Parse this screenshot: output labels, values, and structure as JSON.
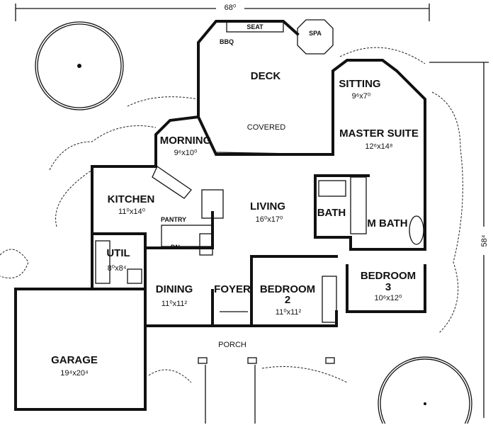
{
  "overall": {
    "width": "68⁰",
    "depth": "58⁴"
  },
  "rooms": {
    "deck": {
      "name": "DECK",
      "note": "COVERED"
    },
    "seat": {
      "name": "SEAT"
    },
    "spa": {
      "name": "SPA"
    },
    "bbq": {
      "name": "BBQ"
    },
    "sitting": {
      "name": "SITTING",
      "dim": "9⁶x7⁰"
    },
    "master": {
      "name": "MASTER SUITE",
      "dim": "12⁶x14⁸"
    },
    "morning": {
      "name": "MORNING",
      "dim": "9⁶x10⁰"
    },
    "kitchen": {
      "name": "KITCHEN",
      "dim": "11⁰x14⁰"
    },
    "living": {
      "name": "LIVING",
      "dim": "16⁰x17⁰"
    },
    "pantry": {
      "name": "PANTRY"
    },
    "stairs": {
      "name": "DN→"
    },
    "bath": {
      "name": "BATH"
    },
    "mbath": {
      "name": "M BATH"
    },
    "util": {
      "name": "UTIL",
      "dim": "8⁰x8⁴"
    },
    "dining": {
      "name": "DINING",
      "dim": "11⁰x11²"
    },
    "foyer": {
      "name": "FOYER"
    },
    "bedroom2": {
      "name": "BEDROOM",
      "num": "2",
      "dim": "11⁰x11²"
    },
    "bedroom3": {
      "name": "BEDROOM",
      "num": "3",
      "dim": "10⁶x12⁰"
    },
    "porch": {
      "name": "PORCH"
    },
    "garage": {
      "name": "GARAGE",
      "dim": "19⁴x20⁴"
    }
  }
}
